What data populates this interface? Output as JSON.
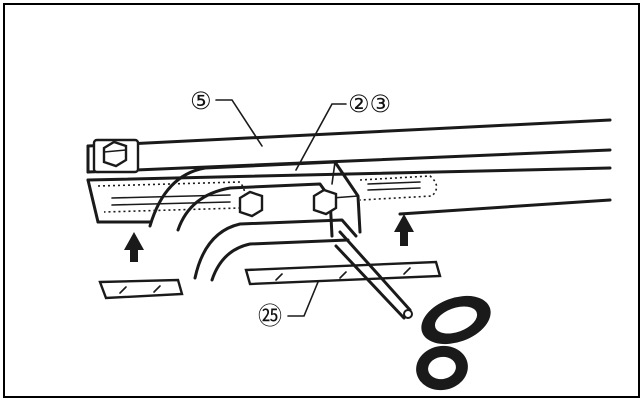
{
  "callouts": {
    "part_5": "⑤",
    "part_2_3": "②③",
    "part_25": "㉕"
  },
  "colors": {
    "line": "#1a1a1a",
    "background": "#ffffff",
    "frame": "#000000"
  },
  "icons": [
    "bolt-icon",
    "arrow-up-icon",
    "scissors-icon"
  ]
}
